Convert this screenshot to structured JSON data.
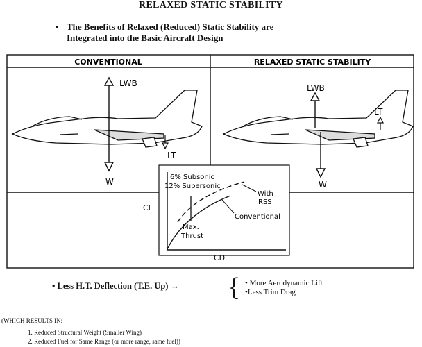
{
  "title": "RELAXED STATIC STABILITY",
  "main_bullet": {
    "line1": "The Benefits of Relaxed (Reduced) Static Stability are",
    "line2": "Integrated into the Basic Aircraft Design"
  },
  "panels": {
    "conventional_header": "CONVENTIONAL",
    "rss_header": "RELAXED STATIC STABILITY",
    "lwb_label": "LWB",
    "lt_label": "LT",
    "w_label": "W"
  },
  "curve": {
    "subsonic_line": "6% Subsonic",
    "supersonic_line": "12% Supersonic",
    "with_rss_line1": "With",
    "with_rss_line2": "RSS",
    "conventional_label": "Conventional",
    "max_line": "Max.",
    "thrust_line": "Thrust",
    "cl_label": "CL",
    "cd_label": "CD"
  },
  "deflection": "Less H.T. Deflection (T.E. Up) →",
  "results": {
    "item1": "More Aerodynamic Lift",
    "item2": "Less Trim Drag"
  },
  "which_results": "(WHICH RESULTS IN:",
  "benefits": [
    "1.  Reduced Structural Weight (Smaller Wing)",
    "2.  Reduced Fuel for Same Range (or more range, same fuel))"
  ],
  "colors": {
    "ink": "#111111",
    "aircraft_fill": "#ffffff"
  }
}
